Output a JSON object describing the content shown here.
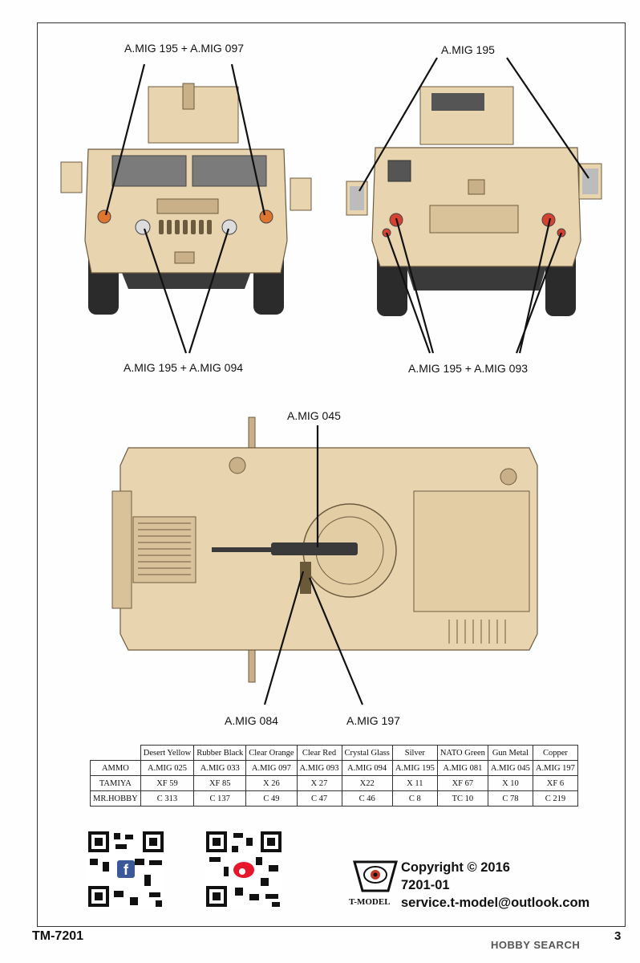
{
  "callouts": {
    "front_top": "A.MIG 195 + A.MIG 097",
    "front_bottom": "A.MIG 195 + A.MIG 094",
    "rear_top": "A.MIG 195",
    "rear_bottom": "A.MIG 195 + A.MIG 093",
    "top_gun": "A.MIG 045",
    "top_left": "A.MIG 084",
    "top_right": "A.MIG 197"
  },
  "paint_table": {
    "columns": [
      "Desert Yellow",
      "Rubber Black",
      "Clear Orange",
      "Clear Red",
      "Crystal Glass",
      "Silver",
      "NATO Green",
      "Gun Metal",
      "Copper"
    ],
    "rows": [
      {
        "brand": "AMMO",
        "values": [
          "A.MIG 025",
          "A.MIG 033",
          "A.MIG 097",
          "A.MIG 093",
          "A.MIG 094",
          "A.MIG 195",
          "A.MIG 081",
          "A.MIG 045",
          "A.MIG 197"
        ]
      },
      {
        "brand": "TAMIYA",
        "values": [
          "XF 59",
          "XF 85",
          "X 26",
          "X 27",
          "X22",
          "X 11",
          "XF 67",
          "X 10",
          "XF 6"
        ]
      },
      {
        "brand": "MR.HOBBY",
        "values": [
          "C 313",
          "C 137",
          "C 49",
          "C 47",
          "C 46",
          "C 8",
          "TC 10",
          "C 78",
          "C 219"
        ]
      }
    ]
  },
  "copyright": {
    "line1": "Copyright © 2016",
    "line2": "7201-01",
    "line3": "service.t-model@outlook.com",
    "logo": "T-MODEL"
  },
  "footer": {
    "code": "TM-7201",
    "watermark": "HOBBY SEARCH",
    "page": "3"
  },
  "colors": {
    "sand": "#e8d4ae",
    "sand_dark": "#c9b089",
    "tire": "#2b2b2b",
    "orange_light": "#e0752f",
    "red_light": "#d64232"
  }
}
